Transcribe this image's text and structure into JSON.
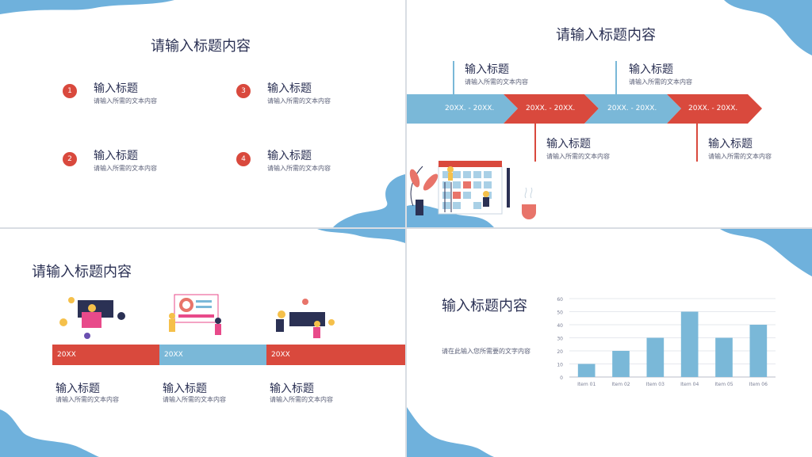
{
  "slide1": {
    "title": "请输入标题内容",
    "items": [
      {
        "num": "1",
        "heading": "输入标题",
        "text": "请输入所需的文本内容"
      },
      {
        "num": "2",
        "heading": "输入标题",
        "text": "请输入所需的文本内容"
      },
      {
        "num": "3",
        "heading": "输入标题",
        "text": "请输入所需的文本内容"
      },
      {
        "num": "4",
        "heading": "输入标题",
        "text": "请输入所需的文本内容"
      }
    ]
  },
  "slide2": {
    "title": "请输入标题内容",
    "arrows": [
      "20XX. - 20XX.",
      "20XX. - 20XX.",
      "20XX. - 20XX.",
      "20XX. - 20XX."
    ],
    "items": [
      {
        "heading": "输入标题",
        "text": "请输入所需的文本内容"
      },
      {
        "heading": "输入标题",
        "text": "请输入所需的文本内容"
      },
      {
        "heading": "输入标题",
        "text": "请输入所需的文本内容"
      },
      {
        "heading": "输入标题",
        "text": "请输入所需的文本内容"
      }
    ]
  },
  "slide3": {
    "title": "请输入标题内容",
    "bands": [
      "20XX",
      "20XX",
      "20XX"
    ],
    "items": [
      {
        "heading": "输入标题",
        "text": "请输入所需的文本内容"
      },
      {
        "heading": "输入标题",
        "text": "请输入所需的文本内容"
      },
      {
        "heading": "输入标题",
        "text": "请输入所需的文本内容"
      }
    ]
  },
  "slide4": {
    "title": "输入标题内容",
    "text": "请在此输入您所需要的文字内容"
  },
  "colors": {
    "red": "#d9493d",
    "blue": "#7ab8d8",
    "navy": "#2b3154",
    "blob": "#6fb1dc"
  },
  "chart_data": {
    "type": "bar",
    "categories": [
      "Item 01",
      "Item 02",
      "Item 03",
      "Item 04",
      "Item 05",
      "Item 06"
    ],
    "values": [
      10,
      20,
      30,
      50,
      30,
      40
    ],
    "yticks": [
      "0",
      "10",
      "20",
      "30",
      "40",
      "50",
      "60"
    ],
    "ylim": [
      0,
      60
    ],
    "grid": true
  }
}
